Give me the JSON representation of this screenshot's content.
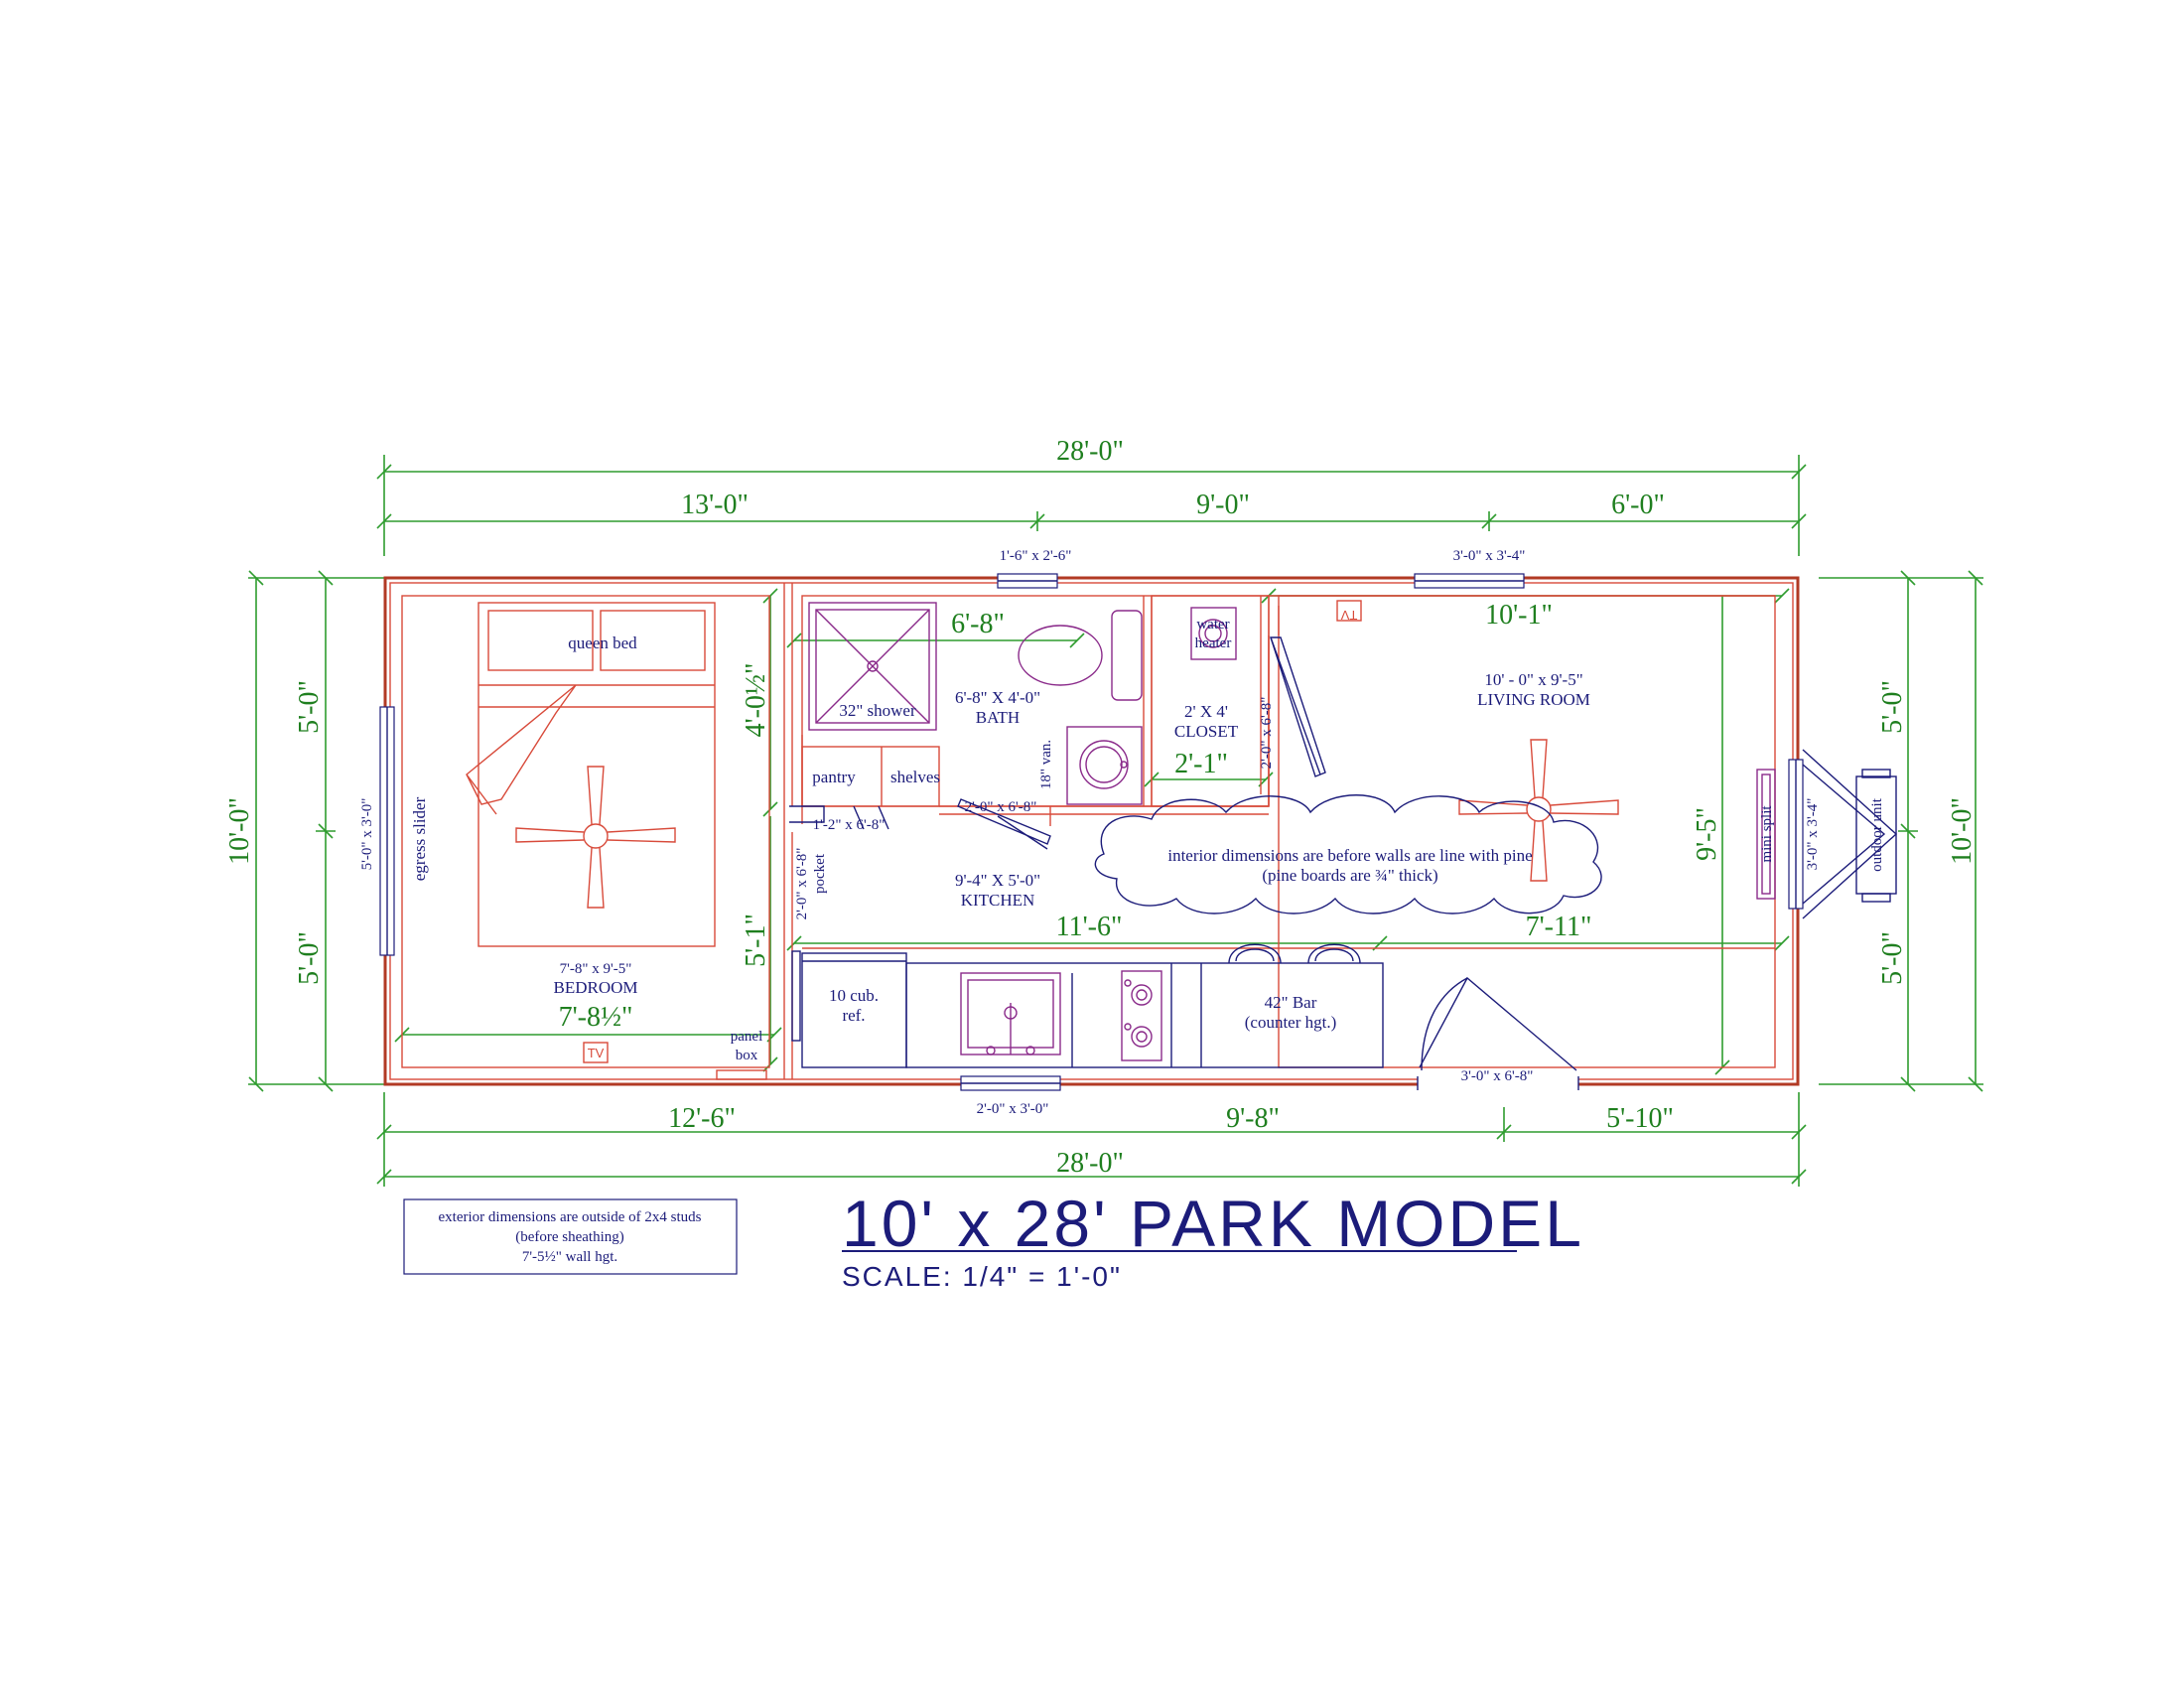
{
  "title": "10' x 28' PARK MODEL",
  "scale": "SCALE: 1/4\" = 1'-0\"",
  "note_box": {
    "line1": "exterior dimensions are outside of 2x4 studs",
    "line2": "(before sheathing)",
    "line3": "7'-5½\" wall hgt."
  },
  "cloud_note": {
    "line1": "interior dimensions are before walls are line with pine",
    "line2": "(pine boards are ¾\" thick)"
  },
  "dimensions": {
    "top_total": "28'-0\"",
    "top_seg1": "13'-0\"",
    "top_seg2": "9'-0\"",
    "top_seg3": "6'-0\"",
    "bottom_seg1": "12'-6\"",
    "bottom_seg2": "9'-8\"",
    "bottom_seg3": "5'-10\"",
    "bottom_total": "28'-0\"",
    "left_total": "10'-0\"",
    "left_upper": "5'-0\"",
    "left_lower": "5'-0\"",
    "right_total": "10'-0\"",
    "right_upper": "5'-0\"",
    "right_lower": "5'-0\"",
    "bath_width": "6'-8\"",
    "bath_height": "4'-0½\"",
    "closet_width": "2'-1\"",
    "living_width": "10'-1\"",
    "living_height": "9'-5\"",
    "kitchen_left": "11'-6\"",
    "kitchen_right": "7'-11\"",
    "kitchen_height": "5'-1\"",
    "bedroom_width": "7'-8½\""
  },
  "windows": {
    "top_bath": "1'-6\" x 2'-6\"",
    "top_living": "3'-0\" x 3'-4\"",
    "bottom_kitchen": "2'-0\" x 3'-0\"",
    "bottom_door": "3'-0\" x 6'-8\"",
    "left_slider": "5'-0\" x 3'-0\"",
    "right_window": "3'-0\" x 3'-4\""
  },
  "rooms": {
    "bedroom_size": "7'-8\" x 9'-5\"",
    "bedroom_name": "BEDROOM",
    "bath_size": "6'-8\" X 4'-0\"",
    "bath_name": "BATH",
    "closet_size": "2' X 4'",
    "closet_name": "CLOSET",
    "living_size": "10' - 0\" x 9'-5\"",
    "living_name": "LIVING ROOM",
    "kitchen_size": "9'-4\" X 5'-0\"",
    "kitchen_name": "KITCHEN"
  },
  "fixtures": {
    "queen_bed": "queen bed",
    "shower": "32\" shower",
    "vanity": "18\" van.",
    "water_heater1": "water",
    "water_heater2": "heater",
    "pantry": "pantry",
    "shelves": "shelves",
    "pantry_door": "1'-2\" x 6'-8\"",
    "bath_door": "2'-0\" x 6'-8\"",
    "closet_door": "2'-0\" x 6'-8\"",
    "pocket_door": "2'-0\" x 6'-8\"",
    "pocket": "pocket",
    "egress": "egress slider",
    "fridge1": "10 cub.",
    "fridge2": "ref.",
    "bar1": "42\" Bar",
    "bar2": "(counter hgt.)",
    "panel1": "panel",
    "panel2": "box",
    "mini_split": "mini split",
    "outdoor_unit": "outdoor unit",
    "tv": "TV"
  },
  "colors": {
    "dimension": "#2e9c2e",
    "wall": "#b23a24",
    "interior": "#d84a3a",
    "text": "#1c1c7a",
    "appliance": "#8a2a8a"
  }
}
